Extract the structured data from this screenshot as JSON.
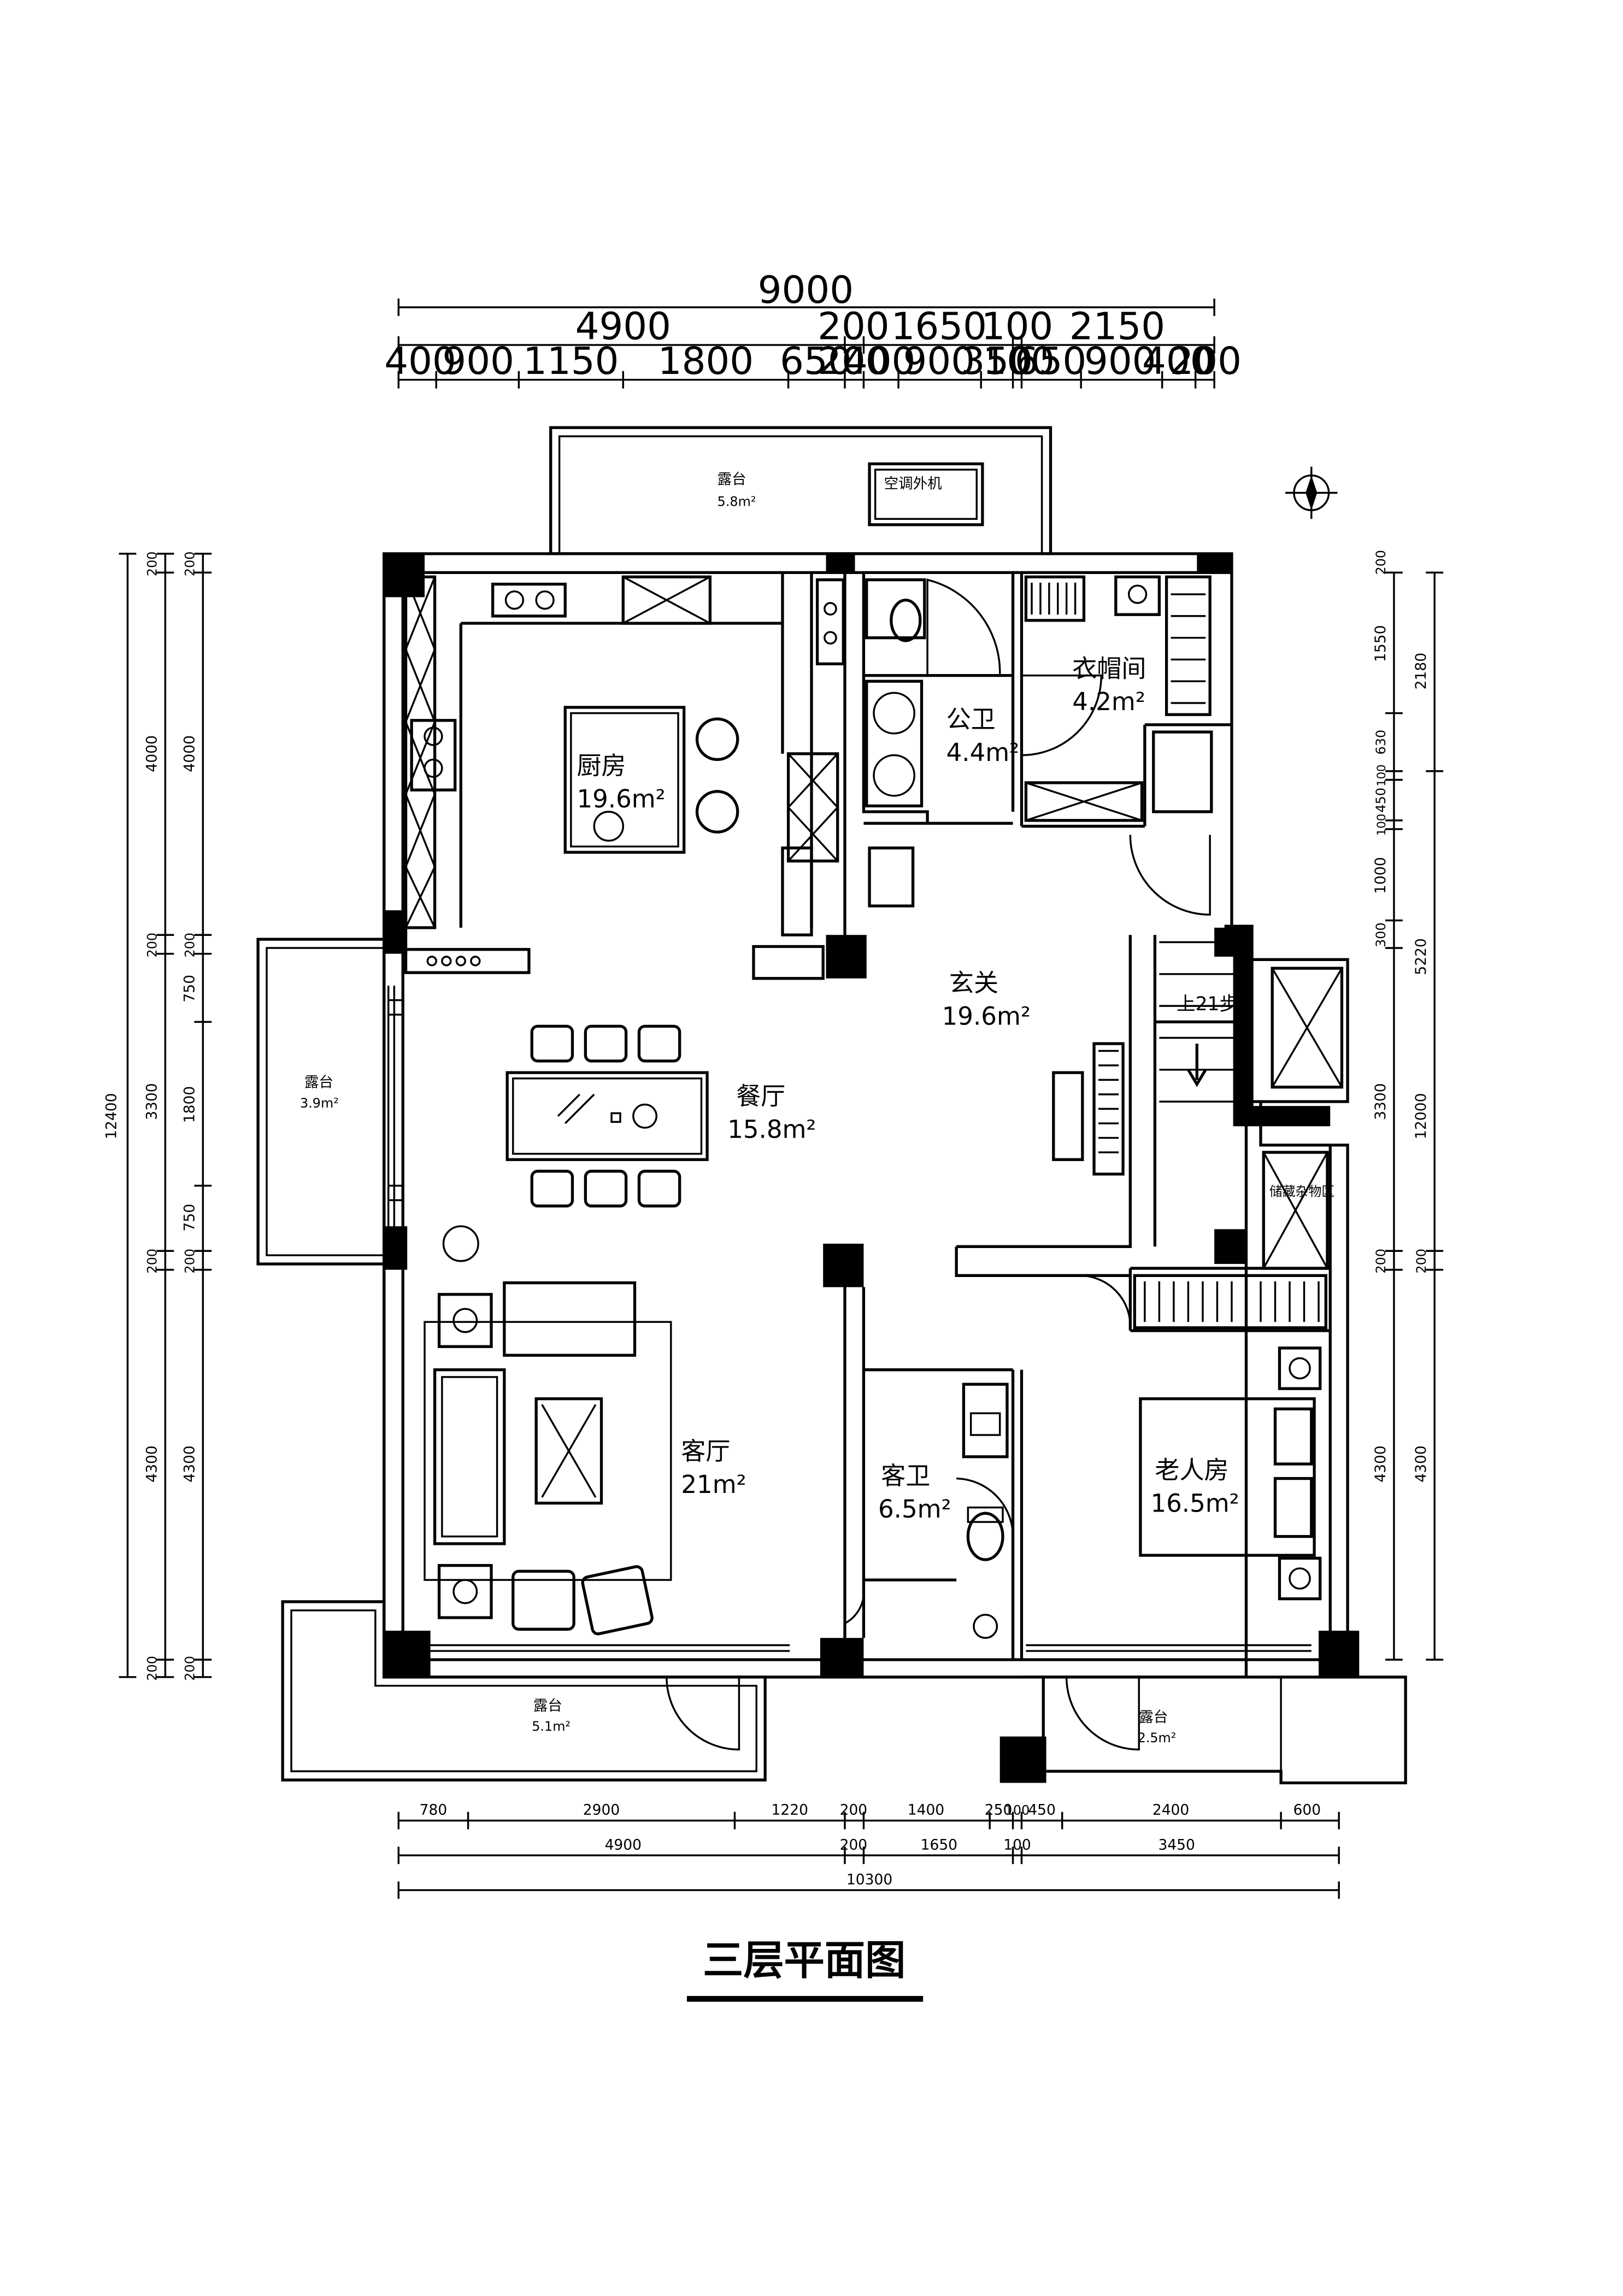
{
  "title": "三层平面图",
  "dimensions": {
    "top_total": "9000",
    "top_mid": [
      "4900",
      "200",
      "1650",
      "100",
      "2150"
    ],
    "top_detail": [
      "400",
      "900",
      "1150",
      "1800",
      "650",
      "200",
      "400",
      "900",
      "350",
      "100",
      "650",
      "900",
      "400",
      "200"
    ],
    "bottom_detail": [
      "780",
      "2900",
      "1220",
      "200",
      "1400",
      "250",
      "100",
      "450",
      "2400",
      "600"
    ],
    "bottom_mid": [
      "4900",
      "200",
      "1650",
      "100",
      "3450"
    ],
    "bottom_total": "10300",
    "left_total": "12400",
    "left_mid": [
      "200",
      "4000",
      "200",
      "3300",
      "200",
      "4300",
      "200"
    ],
    "left_detail": [
      "200",
      "4000",
      "200",
      "750",
      "1800",
      "750",
      "200",
      "4300",
      "200"
    ],
    "right_mid": [
      "200",
      "1550",
      "630",
      "100",
      "450",
      "100",
      "1000",
      "300",
      "3300",
      "200",
      "4300"
    ],
    "right_detail": [
      "2180",
      "5220",
      "12000",
      "200",
      "4300"
    ]
  },
  "rooms": {
    "kitchen": {
      "name": "厨房",
      "area": "19.6m²"
    },
    "dining": {
      "name": "餐厅",
      "area": "15.8m²"
    },
    "living": {
      "name": "客厅",
      "area": "21m²"
    },
    "foyer": {
      "name": "玄关",
      "area": "19.6m²"
    },
    "public_wc": {
      "name": "公卫",
      "area": "4.4m²"
    },
    "cloakroom": {
      "name": "衣帽间",
      "area": "4.2m²"
    },
    "guest_wc": {
      "name": "客卫",
      "area": "6.5m²"
    },
    "elder_room": {
      "name": "老人房",
      "area": "16.5m²"
    }
  },
  "terraces": {
    "north": {
      "name": "露台",
      "area": "5.8m²",
      "note": "空调外机"
    },
    "west": {
      "name": "露台",
      "area": "3.9m²"
    },
    "south_left": {
      "name": "露台",
      "area": "5.1m²"
    },
    "south_right": {
      "name": "露台",
      "area": "2.5m²"
    }
  },
  "annotations": {
    "stairs": "上21步",
    "storage": "储藏杂物区"
  },
  "icons": [
    "compass-icon"
  ]
}
